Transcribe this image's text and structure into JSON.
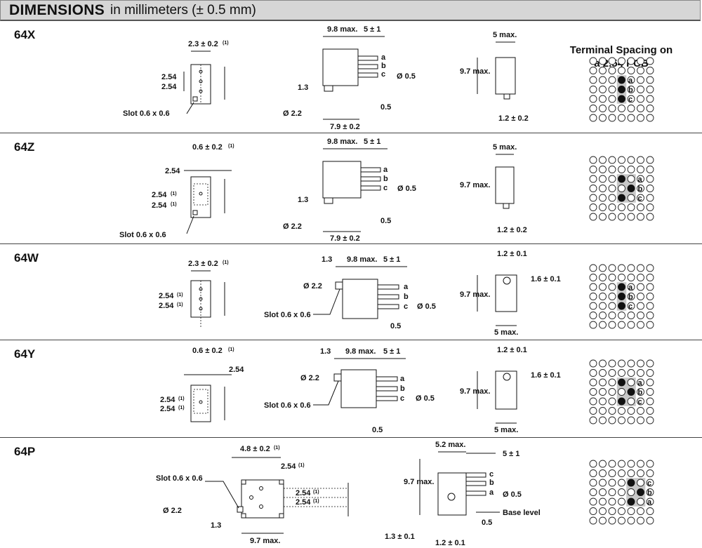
{
  "header": {
    "title_bold": "DIMENSIONS",
    "title_rest": "in millimeters (± 0.5 mm)"
  },
  "terminal_column_title": [
    "Terminal Spacing on",
    "a 2.54 PCB"
  ],
  "rows": [
    {
      "label": "64X",
      "front": {
        "width_top": "2.3 ± 0.2",
        "width_top_note": "(1)",
        "pitch1": "2.54",
        "pitch1_note": "",
        "pitch2": "2.54",
        "pitch2_note": "",
        "slot": "Slot 0.6 x 0.6"
      },
      "side": {
        "length": "9.8 max.",
        "pin_len": "5 ± 1",
        "pins": [
          "a",
          "b",
          "c"
        ],
        "pin_dia": "Ø 0.5",
        "shaft_h": "1.3",
        "shaft_dia": "Ø 2.2",
        "bottom": "7.9 ± 0.2",
        "offset": "0.5"
      },
      "end": {
        "width": "5 max.",
        "height": "9.7 max.",
        "shaft": "1.2 ± 0.2"
      },
      "grid": {
        "filled": [
          [
            2,
            3
          ],
          [
            3,
            3
          ],
          [
            4,
            3
          ]
        ],
        "labels": [
          "a",
          "b",
          "c"
        ]
      }
    },
    {
      "label": "64Z",
      "front": {
        "width_top": "0.6 ± 0.2",
        "width_top_note": "(1)",
        "pitch0": "2.54",
        "pitch1": "2.54",
        "pitch1_note": "(1)",
        "pitch2": "2.54",
        "pitch2_note": "(1)",
        "slot": "Slot 0.6 x 0.6"
      },
      "side": {
        "length": "9.8 max.",
        "pin_len": "5 ± 1",
        "pins": [
          "a",
          "b",
          "c"
        ],
        "pin_dia": "Ø 0.5",
        "shaft_h": "1.3",
        "shaft_dia": "Ø 2.2",
        "bottom": "7.9 ± 0.2",
        "offset": "0.5"
      },
      "end": {
        "width": "5 max.",
        "height": "9.7 max.",
        "shaft": "1.2 ± 0.2"
      },
      "grid": {
        "filled": [
          [
            2,
            3
          ],
          [
            3,
            4
          ],
          [
            4,
            3
          ]
        ],
        "labels": [
          "a",
          "b",
          "c"
        ]
      }
    },
    {
      "label": "64W",
      "front": {
        "width_top": "2.3 ± 0.2",
        "width_top_note": "(1)",
        "pitch1": "2.54",
        "pitch1_note": "(1)",
        "pitch2": "2.54",
        "pitch2_note": "(1)"
      },
      "side": {
        "shaft_h": "1.3",
        "length": "9.8 max.",
        "pin_len": "5 ± 1",
        "shaft_dia": "Ø 2.2",
        "slot": "Slot 0.6 x 0.6",
        "pins": [
          "a",
          "b",
          "c"
        ],
        "pin_dia": "Ø 0.5",
        "offset": "0.5"
      },
      "end": {
        "top": "1.2 ± 0.1",
        "right": "1.6 ± 0.1",
        "height": "9.7 max.",
        "width": "5 max."
      },
      "grid": {
        "filled": [
          [
            2,
            3
          ],
          [
            3,
            3
          ],
          [
            4,
            3
          ]
        ],
        "labels": [
          "a",
          "b",
          "c"
        ]
      }
    },
    {
      "label": "64Y",
      "front": {
        "width_top": "0.6 ± 0.2",
        "width_top_note": "(1)",
        "pitch0": "2.54",
        "pitch1": "2.54",
        "pitch1_note": "(1)",
        "pitch2": "2.54",
        "pitch2_note": "(1)"
      },
      "side": {
        "shaft_h": "1.3",
        "length": "9.8 max.",
        "pin_len": "5 ± 1",
        "shaft_dia": "Ø 2.2",
        "slot": "Slot 0.6 x 0.6",
        "pins": [
          "a",
          "b",
          "c"
        ],
        "pin_dia": "Ø 0.5",
        "offset": "0.5"
      },
      "end": {
        "top": "1.2 ± 0.1",
        "right": "1.6 ± 0.1",
        "height": "9.7 max.",
        "width": "5 max."
      },
      "grid": {
        "filled": [
          [
            2,
            3
          ],
          [
            3,
            4
          ],
          [
            4,
            3
          ]
        ],
        "labels": [
          "a",
          "b",
          "c"
        ]
      }
    },
    {
      "label": "64P",
      "front": {
        "width_top": "4.8 ± 0.2",
        "width_top_note": "(1)",
        "pitch0": "2.54",
        "pitch0_note": "(1)",
        "slot": "Slot 0.6 x 0.6",
        "pitch1": "2.54",
        "pitch1_note": "(1)",
        "pitch2": "2.54",
        "pitch2_note": "(1)",
        "shaft_dia": "Ø 2.2",
        "shaft_h": "1.3",
        "width": "9.7 max."
      },
      "side": {
        "width": "5.2 max.",
        "pin_len": "5 ± 1",
        "pins": [
          "c",
          "b",
          "a"
        ],
        "height": "9.7 max.",
        "pin_dia": "Ø 0.5",
        "base": "Base level",
        "offset": "0.5",
        "shaft_h": "1.3 ± 0.1",
        "shaft_w": "1.2 ± 0.1"
      },
      "grid": {
        "filled": [
          [
            2,
            4
          ],
          [
            3,
            5
          ],
          [
            4,
            4
          ]
        ],
        "labels": [
          "c",
          "b",
          "a"
        ]
      }
    }
  ]
}
